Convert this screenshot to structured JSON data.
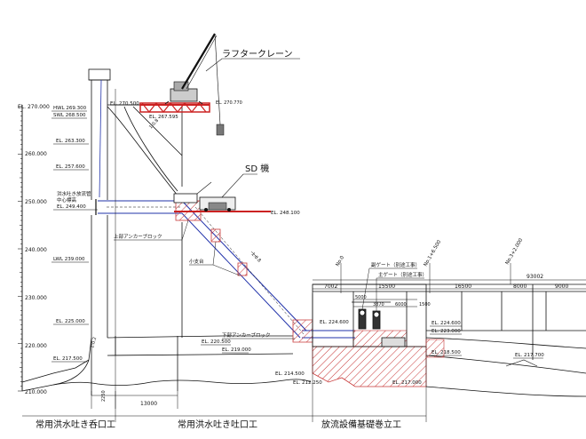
{
  "colors": {
    "line": "#111111",
    "pipe": "#2233aa",
    "red": "#cc2222",
    "hatch": "#c83a3a",
    "axis": "#222222"
  },
  "axis": {
    "tick_values": [
      270,
      260,
      250,
      240,
      230,
      220,
      210
    ],
    "labels": {
      "l270": "EL. 270.000",
      "l260": "260.000",
      "l250": "250.000",
      "l240": "240.000",
      "l230": "230.000",
      "l220": "220.000",
      "l210": "210.000"
    }
  },
  "levels": {
    "hwl": "HWL 269.300",
    "swl": "SWL 268.500",
    "el_263": "EL. 263.300",
    "el_257": "EL. 257.600",
    "intake_center_1": "洪水吐き放流管",
    "intake_center_2": "中心標高",
    "el_249": "EL. 249.400",
    "lwl": "LWL 239.000",
    "el_225": "EL. 225.000",
    "el_217": "EL. 217.500",
    "el_270_500": "EL. 270.500",
    "el_270_770": "EL. 270.770",
    "el_267": "EL. 267.595",
    "el_248": "EL. 248.100",
    "el_220": "EL. 220.500",
    "el_219": "EL. 219.000",
    "el_214": "EL. 214.500",
    "el_212": "EL. 212.250",
    "el_224": "EL. 224.600",
    "el_223": "EL. 223.000",
    "el_218": "EL. 218.500",
    "el_217_700": "EL. 217.700",
    "el_217_000": "EL. 217.000",
    "el_224_600_r": "EL. 224.600",
    "slope_label": "1:0.2",
    "pipe_label": "1:0.8"
  },
  "labels": {
    "crane": "ラフタークレーン",
    "sd": "SD 機",
    "upper_anchor": "上部アンカーブロック",
    "small_support": "小支台",
    "lower_anchor": "下部アンカーブロック",
    "sub_gate": "副ゲート（別途工事）",
    "main_gate": "主ゲート（別途工事）",
    "no0": "No.0",
    "no1": "No.1+6.500",
    "no3": "No.3+2.000"
  },
  "dims": {
    "d_7002": "7002",
    "d_15500": "15500",
    "d_16500": "16500",
    "d_8000": "8000",
    "d_9000": "9000",
    "d_93002": "93002",
    "d_5000": "5000",
    "d_3870": "3870",
    "d_6000": "6000",
    "d_1500": "1500",
    "d_2250": "2250",
    "d_13000": "13000"
  },
  "sections": {
    "s1": "常用洪水吐き呑口工",
    "s2": "常用洪水吐き吐口工",
    "s3": "放流設備基礎巻立工"
  }
}
